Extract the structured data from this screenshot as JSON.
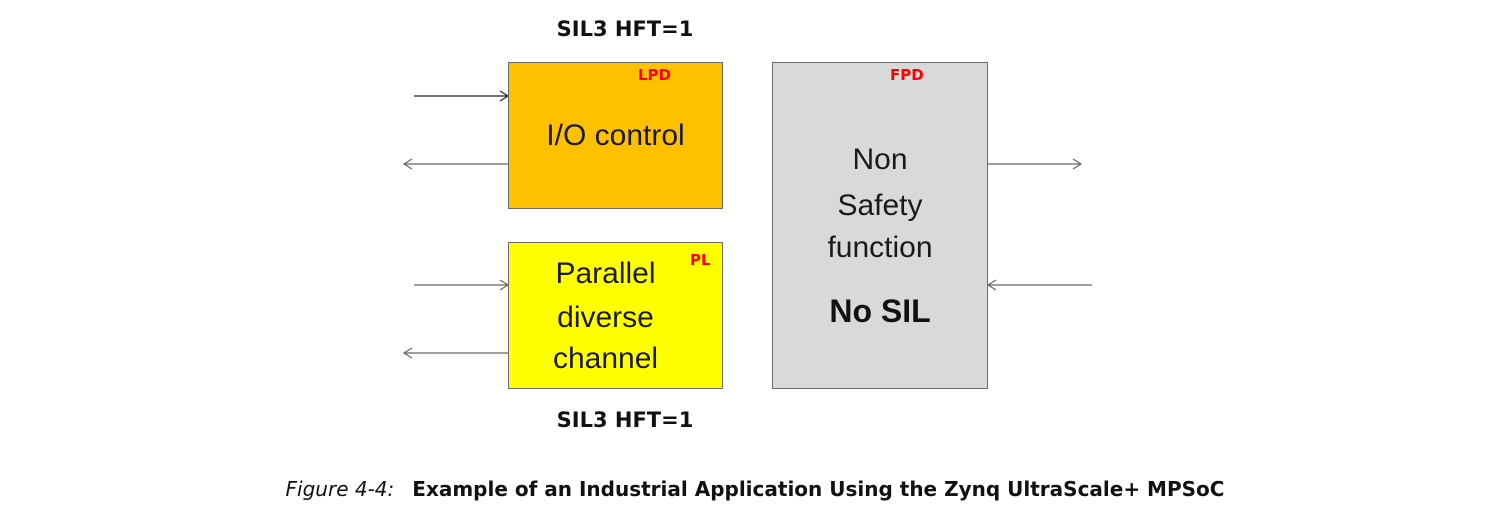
{
  "diagram": {
    "top_label": "SIL3 HFT=1",
    "bottom_label": "SIL3 HFT=1",
    "blocks": {
      "io_control": {
        "tag": "LPD",
        "lines": [
          "I/O control"
        ],
        "fill": "#ffc000"
      },
      "parallel_channel": {
        "tag": "PL",
        "lines": [
          "Parallel",
          "diverse",
          "channel"
        ],
        "fill": "#ffff00"
      },
      "non_safety": {
        "tag": "FPD",
        "lines": [
          "Non",
          "Safety",
          "function"
        ],
        "rating": "No SIL",
        "fill": "#d9d9d9"
      }
    }
  },
  "caption": {
    "number": "Figure 4-4:",
    "title": "Example of an Industrial Application Using the Zynq UltraScale+ MPSoC"
  }
}
